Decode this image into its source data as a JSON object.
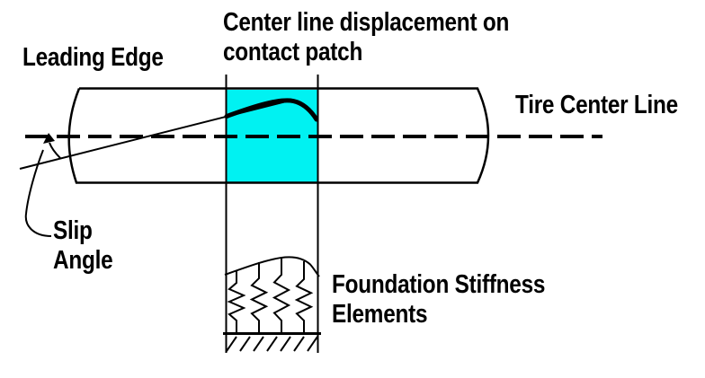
{
  "colors": {
    "background": "#FFFFFF",
    "line": "#000000",
    "contact_patch_fill": "#00F2F2",
    "displacement_curve": "#C80000"
  },
  "labels": {
    "center_line_displacement": {
      "line1": "Center line displacement on",
      "line2": "contact patch"
    },
    "leading_edge": "Leading Edge",
    "tire_center_line": "Tire Center Line",
    "slip_angle": {
      "line1": "Slip",
      "line2": "Angle"
    },
    "foundation_stiffness": {
      "line1": "Foundation Stiffness",
      "line2": "Elements"
    }
  }
}
